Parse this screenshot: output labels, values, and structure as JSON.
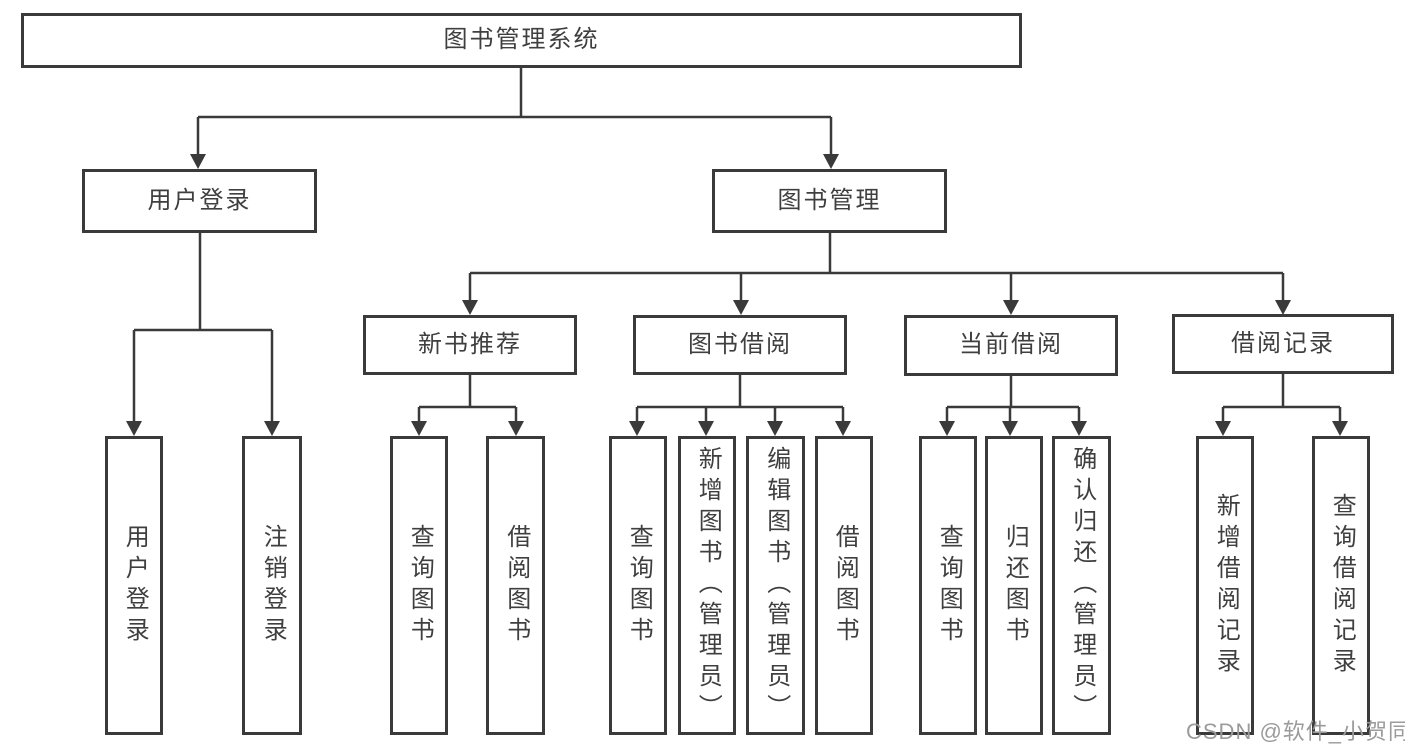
{
  "diagram": {
    "type": "tree",
    "root": {
      "label": "图书管理系统",
      "children": [
        {
          "label": "用户登录",
          "children": [
            {
              "label": "用户登录"
            },
            {
              "label": "注销登录"
            }
          ]
        },
        {
          "label": "图书管理",
          "children": [
            {
              "label": "新书推荐",
              "children": [
                {
                  "label": "查询图书"
                },
                {
                  "label": "借阅图书"
                }
              ]
            },
            {
              "label": "图书借阅",
              "children": [
                {
                  "label": "查询图书"
                },
                {
                  "label": "新增图书（管理员）"
                },
                {
                  "label": "编辑图书（管理员）"
                },
                {
                  "label": "借阅图书"
                }
              ]
            },
            {
              "label": "当前借阅",
              "children": [
                {
                  "label": "查询图书"
                },
                {
                  "label": "归还图书"
                },
                {
                  "label": "确认归还（管理员）"
                }
              ]
            },
            {
              "label": "借阅记录",
              "children": [
                {
                  "label": "新增借阅记录"
                },
                {
                  "label": "查询借阅记录"
                }
              ]
            }
          ]
        }
      ]
    }
  },
  "watermark": {
    "text": "CSDN @软件_小贺同学"
  },
  "colors": {
    "line": "#3a3a3a",
    "box_border": "#3a3a3a",
    "text": "#3f3f3f",
    "background": "#ffffff",
    "watermark": "#9b9b9b"
  }
}
